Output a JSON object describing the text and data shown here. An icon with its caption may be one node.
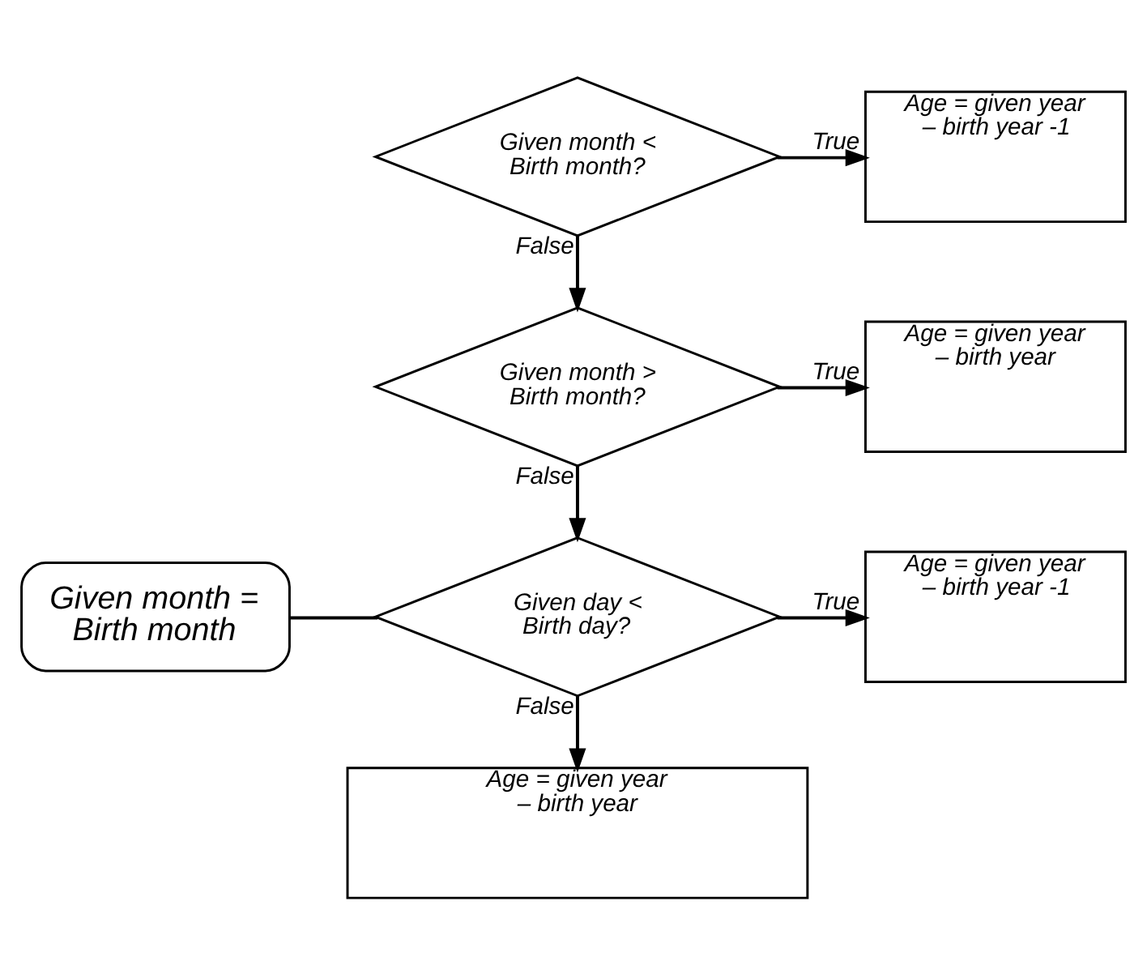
{
  "diagram": {
    "nodes": [
      {
        "text": [
          "Given month < Birth month?"
        ]
      },
      {
        "text": [
          "Age = given year – birth year -1"
        ]
      },
      {
        "text": [
          "Given month > Birth month?"
        ]
      },
      {
        "text": [
          "Age = given year – birth year"
        ]
      },
      {
        "text": [
          "Given month = Birth month"
        ]
      },
      {
        "text": [
          "Given day < Birth day?"
        ]
      },
      {
        "text": [
          "Age = given year – birth year -1"
        ]
      },
      {
        "text": [
          "Age = given year – birth year"
        ]
      }
    ],
    "edges": [
      {
        "from": 0,
        "to": 1,
        "arrow": "to",
        "label": "True"
      },
      {
        "from": 0,
        "to": 2,
        "arrow": "to",
        "label": "False"
      },
      {
        "from": 2,
        "to": 3,
        "arrow": "to",
        "label": "True"
      },
      {
        "from": 2,
        "to": 5,
        "arrow": "to",
        "label": "False"
      },
      {
        "from": 4,
        "to": 5,
        "arrow": "none"
      },
      {
        "from": 5,
        "to": 6,
        "arrow": "to",
        "label": "True"
      },
      {
        "from": 5,
        "to": 7,
        "arrow": "to",
        "label": "False"
      }
    ]
  }
}
